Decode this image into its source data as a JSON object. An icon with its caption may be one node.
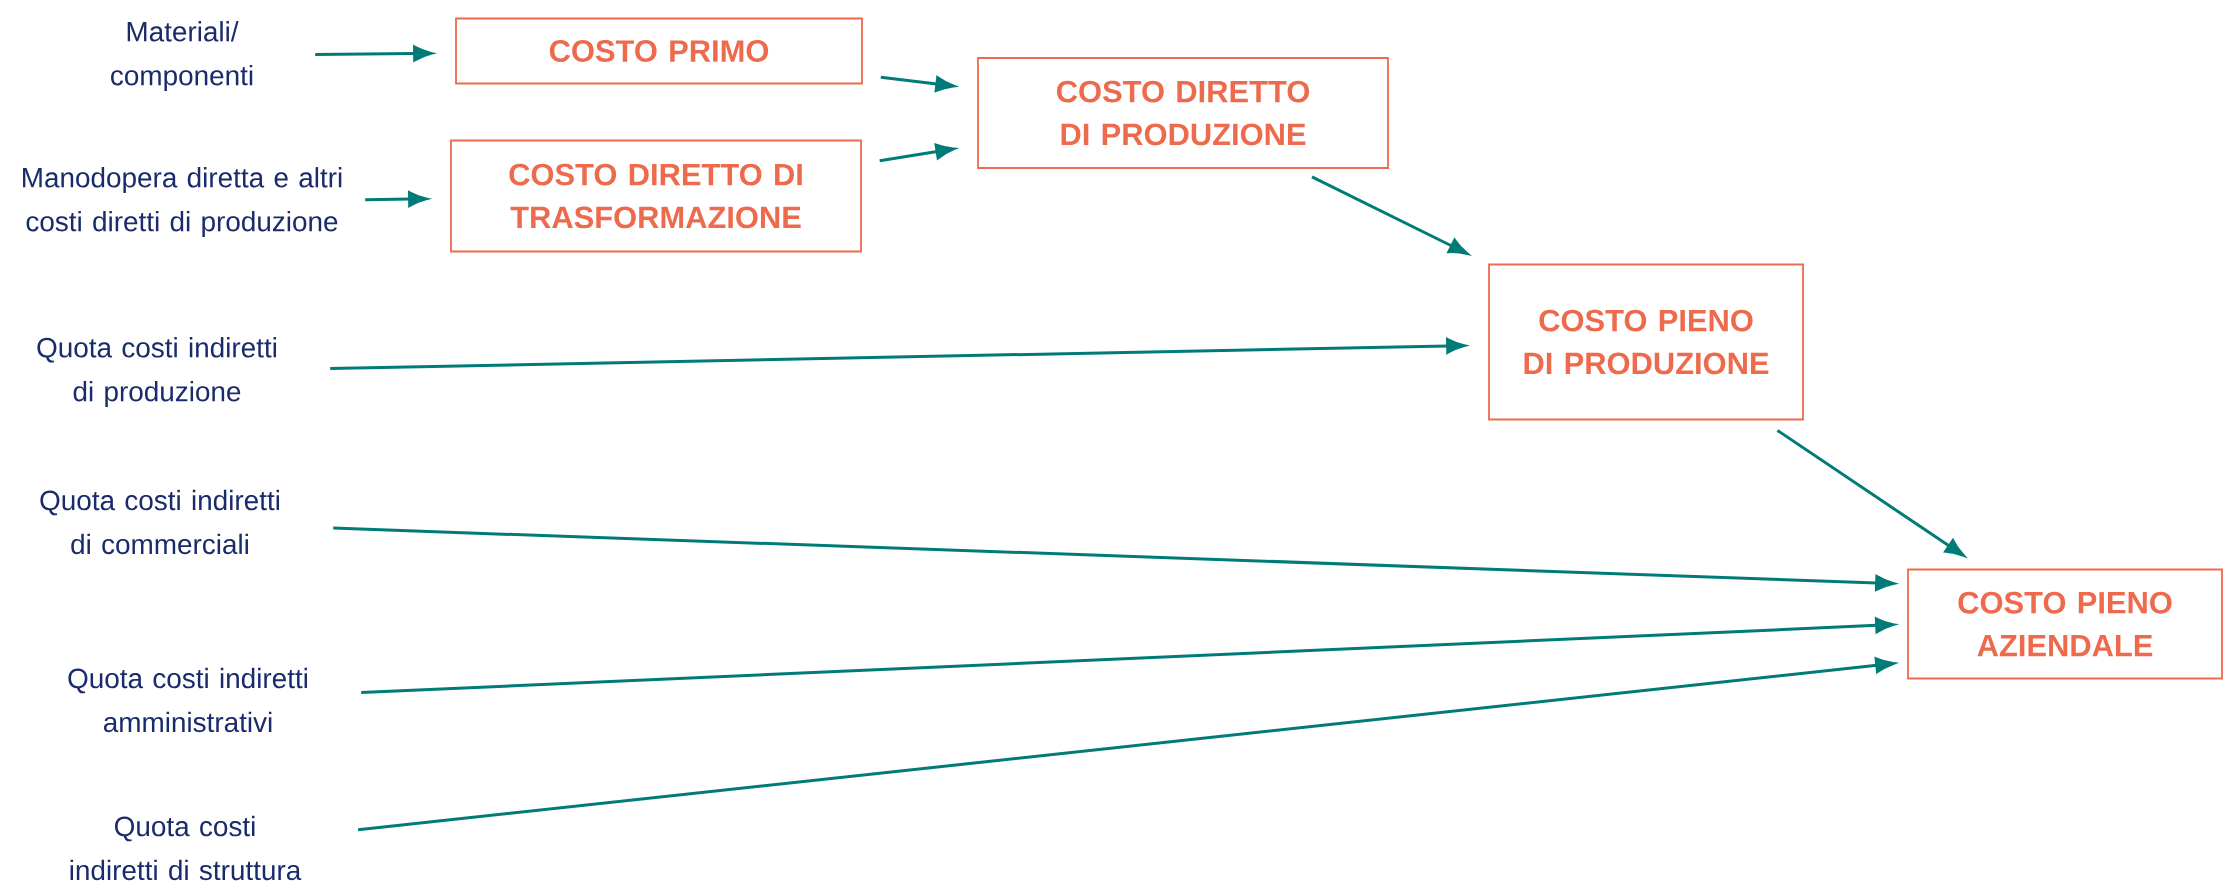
{
  "diagram": {
    "nodes": [
      {
        "text": [
          "Materiali/ componenti"
        ]
      },
      {
        "text": [
          "COSTO PRIMO"
        ]
      },
      {
        "text": [
          "Manodopera diretta e altri costi diretti di produzione"
        ]
      },
      {
        "text": [
          "COSTO DIRETTO DI TRASFORMAZIONE"
        ]
      },
      {
        "text": [
          "COSTO DIRETTO DI PRODUZIONE"
        ]
      },
      {
        "text": [
          "Quota costi indiretti di produzione"
        ]
      },
      {
        "text": [
          "COSTO PIENO DI PRODUZIONE"
        ]
      },
      {
        "text": [
          "Quota costi indiretti di commerciali"
        ]
      },
      {
        "text": [
          "COSTO PIENO AZIENDALE"
        ]
      },
      {
        "text": [
          "Quota costi indiretti amministrativi"
        ]
      },
      {
        "text": [
          "Quota costi indiretti di struttura"
        ]
      }
    ],
    "edges": [
      {
        "from": 0,
        "to": 1,
        "arrow": "to"
      },
      {
        "from": 2,
        "to": 3,
        "arrow": "to"
      },
      {
        "from": 1,
        "to": 4,
        "arrow": "to"
      },
      {
        "from": 3,
        "to": 4,
        "arrow": "to"
      },
      {
        "from": 4,
        "to": 6,
        "arrow": "to"
      },
      {
        "from": 5,
        "to": 6,
        "arrow": "to"
      },
      {
        "from": 6,
        "to": 8,
        "arrow": "to"
      },
      {
        "from": 7,
        "to": 8,
        "arrow": "to"
      },
      {
        "from": 9,
        "to": 8,
        "arrow": "to"
      },
      {
        "from": 10,
        "to": 8,
        "arrow": "to"
      }
    ]
  }
}
